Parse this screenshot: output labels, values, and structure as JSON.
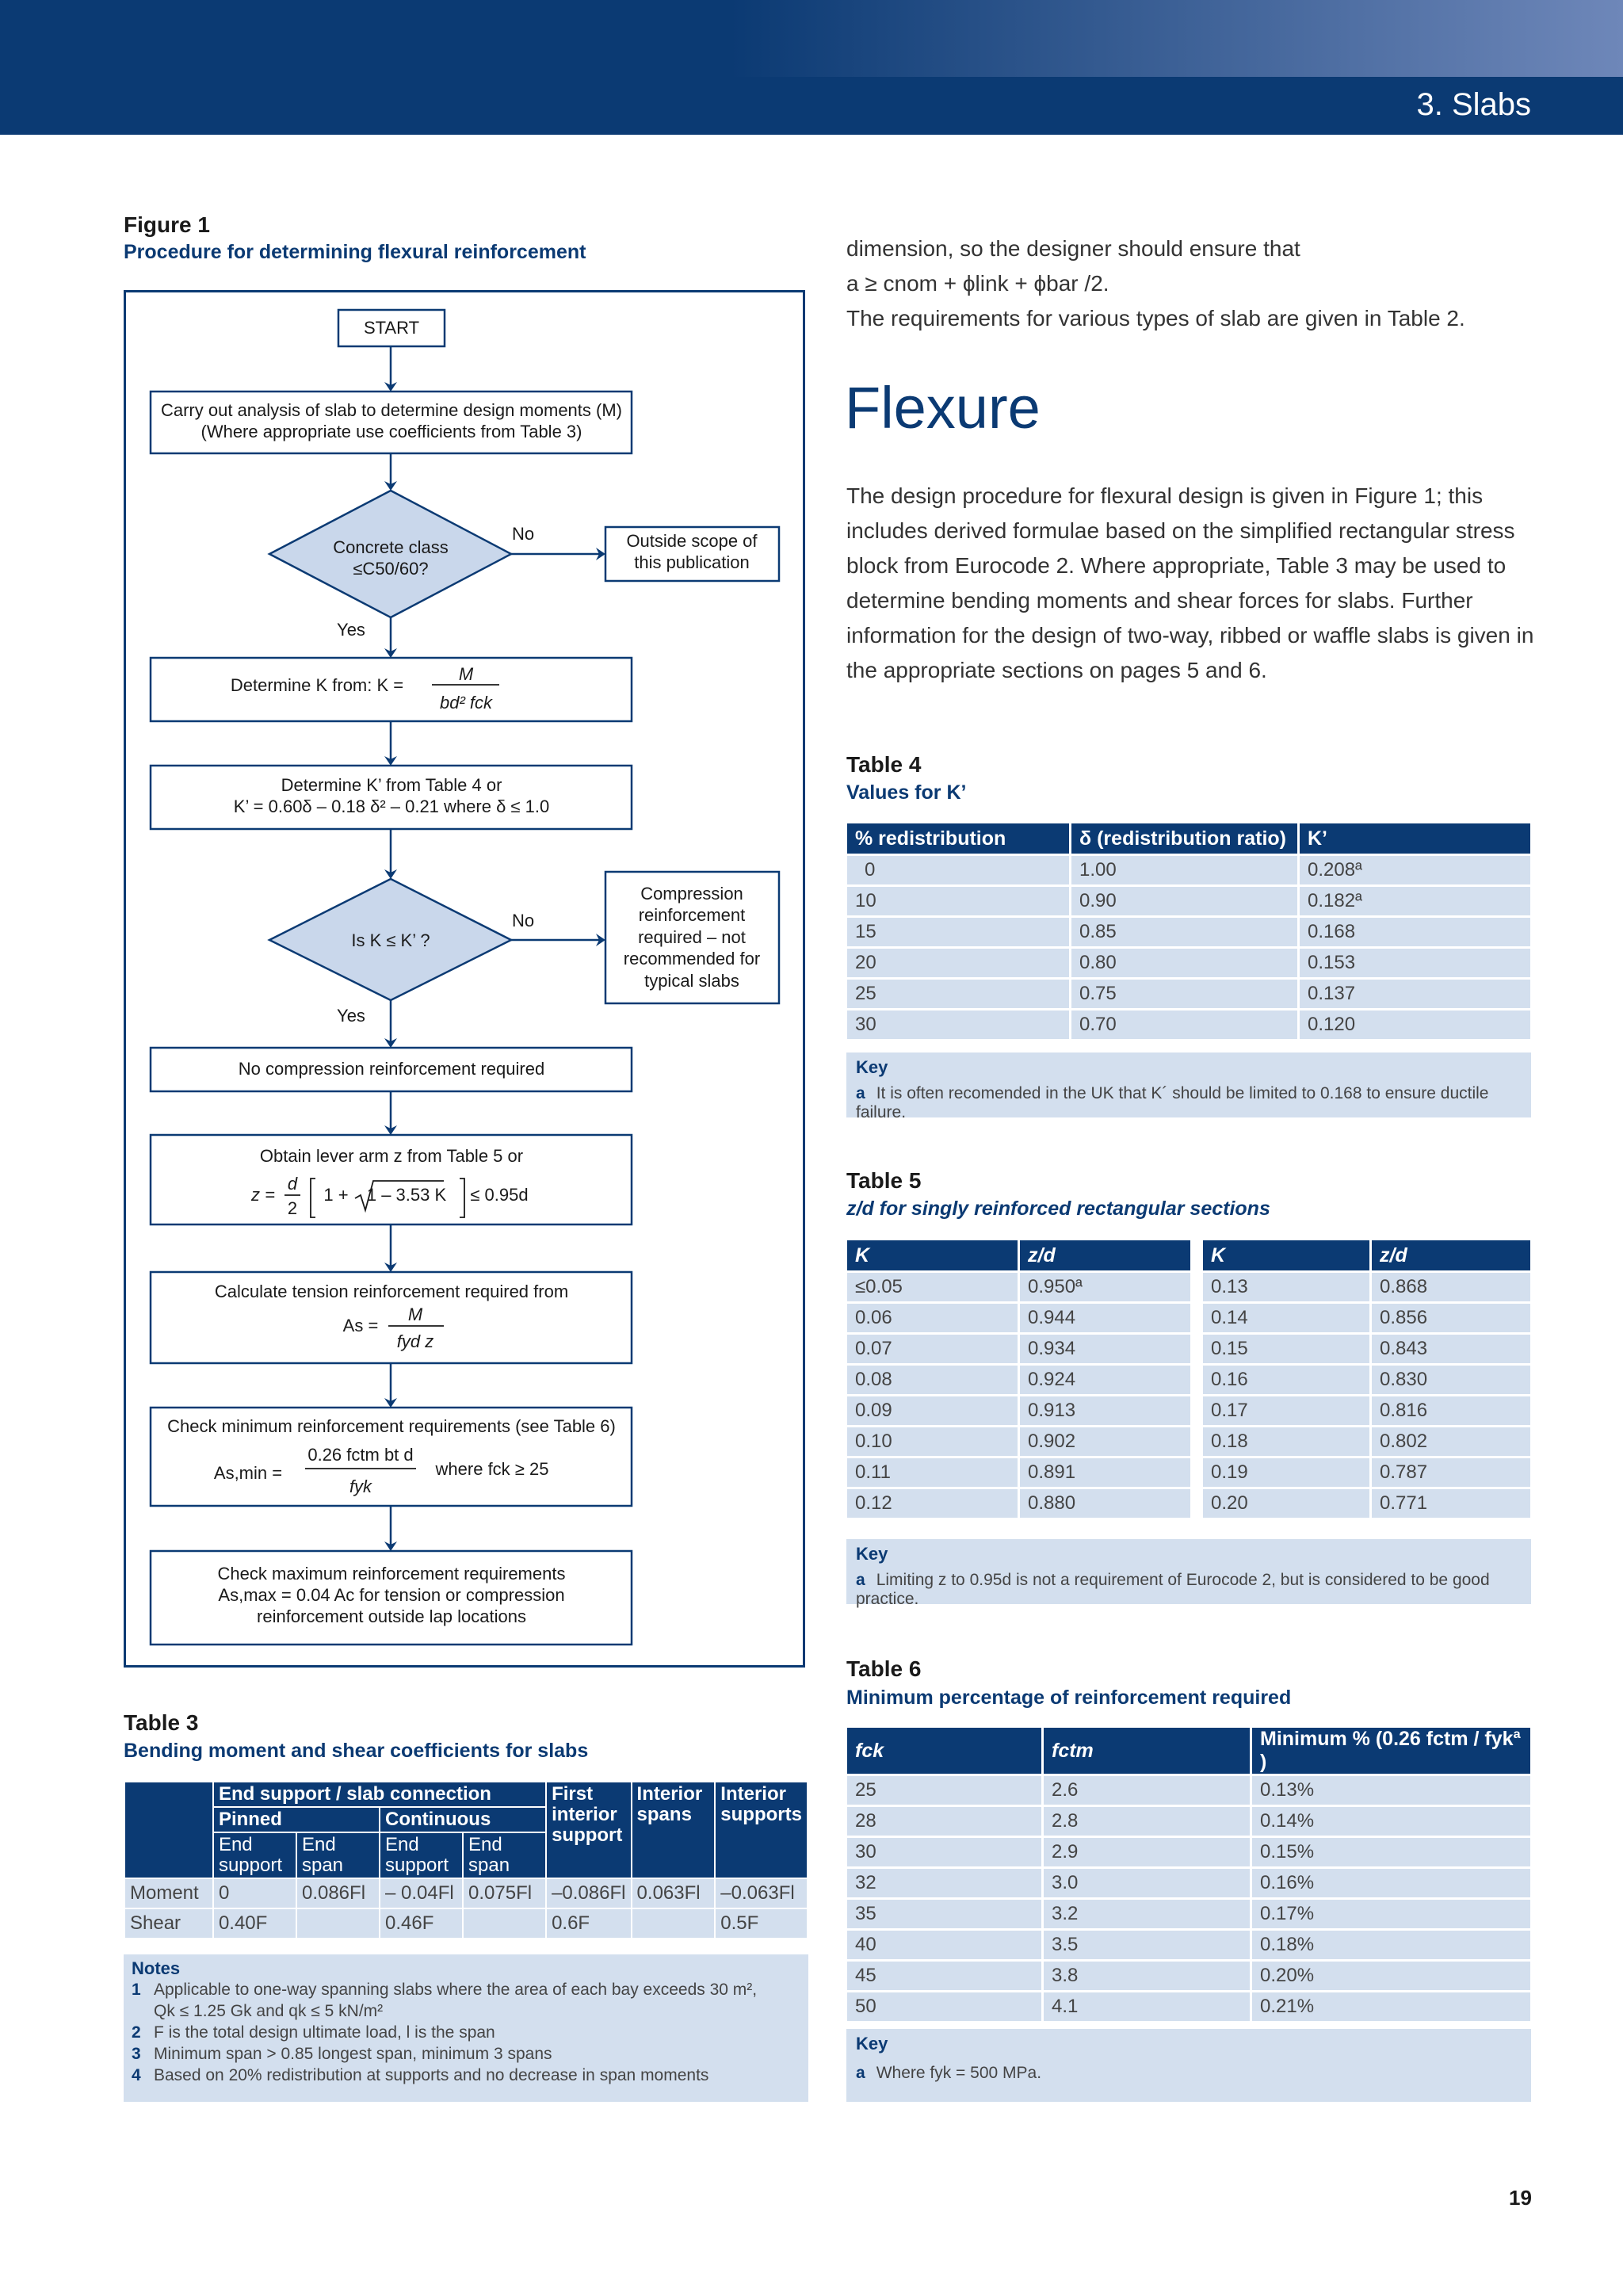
{
  "header": {
    "section_title": "3. Slabs"
  },
  "figure1": {
    "label": "Figure 1",
    "caption": "Procedure for determining flexural reinforcement",
    "start": "START",
    "analysis": [
      "Carry out analysis of slab to determine design moments (M)",
      "(Where appropriate use coefficients from Table 3)"
    ],
    "concrete_q": [
      "Concrete class",
      "≤C50/60?"
    ],
    "no1": "No",
    "yes1": "Yes",
    "outside": [
      "Outside scope of",
      "this publication"
    ],
    "determine_k": "Determine K from: K =",
    "k_num": "M",
    "k_den": "bd² fck",
    "determine_kp": [
      "Determine K’ from Table 4 or",
      "K’ = 0.60δ – 0.18 δ² – 0.21 where δ ≤ 1.0"
    ],
    "is_k_q": "Is K ≤ K’ ?",
    "no2": "No",
    "yes2": "Yes",
    "compression": [
      "Compression",
      "reinforcement",
      "required – not",
      "recommended for",
      "typical slabs"
    ],
    "no_compression": "No compression reinforcement required",
    "lever_line1": "Obtain lever arm z from Table 5 or",
    "lever_prefix": "z =",
    "lever_d": "d",
    "lever_two": "2",
    "lever_one_plus": "1 +",
    "lever_root": "1 – 3.53 K",
    "lever_limit": "≤ 0.95d",
    "tension_line1": "Calculate tension reinforcement required from",
    "tension_as": "As =",
    "tension_num": "M",
    "tension_den": "fyd z",
    "min_line1": "Check minimum reinforcement requirements (see Table 6)",
    "min_as": "As,min =",
    "min_num": "0.26 fctm bt d",
    "min_den": "fyk",
    "min_where": "where fck ≥ 25",
    "max_lines": [
      "Check maximum reinforcement requirements",
      "As,max = 0.04 Ac  for tension or compression",
      "reinforcement outside lap locations"
    ]
  },
  "body_text": {
    "line1": "dimension, so the designer should ensure that",
    "line2": "a ≥ cnom + ϕlink + ϕbar /2.",
    "line3": "The requirements for various types of slab are given in Table 2.",
    "flexure_heading": "Flexure",
    "flexure_paragraph": [
      "The design procedure for flexural design is given in Figure 1; this",
      "includes derived formulae based on the simplified rectangular stress",
      "block from Eurocode 2. Where appropriate, Table 3 may be used to",
      "determine bending moments and shear forces for slabs. Further",
      "information for the design of two-way, ribbed or waffle slabs is given in",
      "the appropriate sections on pages 5 and 6."
    ]
  },
  "table4": {
    "label": "Table 4",
    "caption": "Values for K’",
    "headers": [
      "% redistribution",
      "δ (redistribution ratio)",
      "K’"
    ],
    "rows": [
      [
        "0",
        "1.00",
        "0.208ª"
      ],
      [
        "10",
        "0.90",
        "0.182ª"
      ],
      [
        "15",
        "0.85",
        "0.168"
      ],
      [
        "20",
        "0.80",
        "0.153"
      ],
      [
        "25",
        "0.75",
        "0.137"
      ],
      [
        "30",
        "0.70",
        "0.120"
      ]
    ],
    "key_title": "Key",
    "key_letter": "a",
    "key_text": "It is often recomended in the UK that K´ should be limited to 0.168 to ensure ductile failure."
  },
  "table5": {
    "label": "Table 5",
    "caption": "z/d for singly reinforced rectangular sections",
    "headers": [
      "K",
      "z/d",
      "K",
      "z/d"
    ],
    "rows": [
      [
        "≤0.05",
        "0.950ª",
        "0.13",
        "0.868"
      ],
      [
        "0.06",
        "0.944",
        "0.14",
        "0.856"
      ],
      [
        "0.07",
        "0.934",
        "0.15",
        "0.843"
      ],
      [
        "0.08",
        "0.924",
        "0.16",
        "0.830"
      ],
      [
        "0.09",
        "0.913",
        "0.17",
        "0.816"
      ],
      [
        "0.10",
        "0.902",
        "0.18",
        "0.802"
      ],
      [
        "0.11",
        "0.891",
        "0.19",
        "0.787"
      ],
      [
        "0.12",
        "0.880",
        "0.20",
        "0.771"
      ]
    ],
    "key_title": "Key",
    "key_letter": "a",
    "key_text": "Limiting z to 0.95d is not a requirement of Eurocode 2, but is considered to be good practice."
  },
  "table6": {
    "label": "Table 6",
    "caption": "Minimum percentage of reinforcement required",
    "headers": [
      "fck",
      "fctm",
      "Minimum % (0.26 fctm / fykª )"
    ],
    "rows": [
      [
        "25",
        "2.6",
        "0.13%"
      ],
      [
        "28",
        "2.8",
        "0.14%"
      ],
      [
        "30",
        "2.9",
        "0.15%"
      ],
      [
        "32",
        "3.0",
        "0.16%"
      ],
      [
        "35",
        "3.2",
        "0.17%"
      ],
      [
        "40",
        "3.5",
        "0.18%"
      ],
      [
        "45",
        "3.8",
        "0.20%"
      ],
      [
        "50",
        "4.1",
        "0.21%"
      ]
    ],
    "key_title": "Key",
    "key_letter": "a",
    "key_text": "Where fyk = 500 MPa."
  },
  "table3": {
    "label": "Table 3",
    "caption": "Bending moment and shear coefficients for slabs",
    "h_end_support": "End support / slab connection",
    "h_pinned": "Pinned",
    "h_continuous": "Continuous",
    "h_first_interior": "First interior support",
    "h_interior_spans": "Interior spans",
    "h_interior_supports": "Interior supports",
    "h_end_support_a": "End support",
    "h_end_span_a": "End span",
    "h_end_support_b": "End support",
    "h_end_span_b": "End span",
    "moment": [
      "Moment",
      "0",
      "0.086Fl",
      "– 0.04Fl",
      "0.075Fl",
      "–0.086Fl",
      "0.063Fl",
      "–0.063Fl"
    ],
    "shear": [
      "Shear",
      "0.40F",
      "",
      "0.46F",
      "",
      "0.6F",
      "",
      "0.5F"
    ],
    "notes_title": "Notes",
    "notes": [
      {
        "n": "1",
        "text": "Applicable to one-way spanning slabs where the area of each bay exceeds 30 m²,"
      },
      {
        "n": "",
        "text": "Qk ≤ 1.25 Gk and qk ≤ 5 kN/m²"
      },
      {
        "n": "2",
        "text": "F is the total design ultimate load, l is the span"
      },
      {
        "n": "3",
        "text": "Minimum span > 0.85 longest span, minimum 3 spans"
      },
      {
        "n": "4",
        "text": "Based on 20% redistribution at supports and no decrease in span moments"
      }
    ]
  },
  "page_number": "19"
}
